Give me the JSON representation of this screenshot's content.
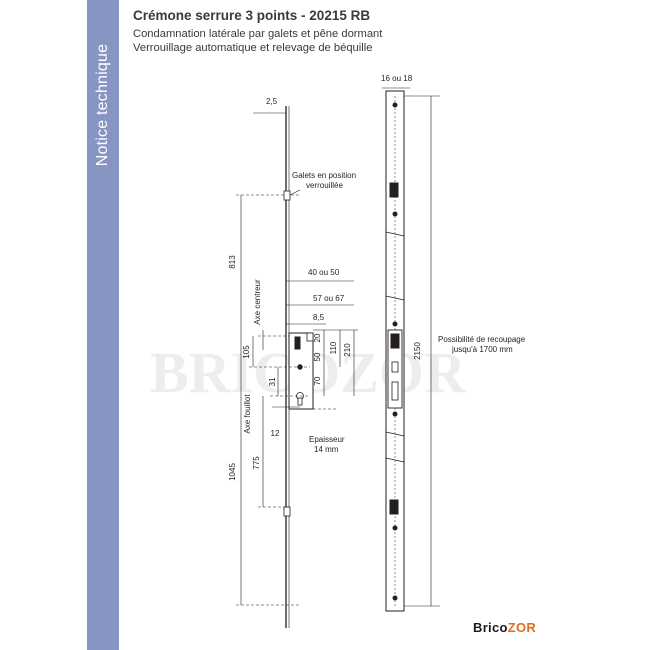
{
  "sidebar": {
    "label": "Notice technique"
  },
  "header": {
    "title": "Crémone serrure 3 points - 20215 RB",
    "subtitle_1": "Condamnation latérale par galets et pêne dormant",
    "subtitle_2": "Verrouillage automatique et relevage de béquille"
  },
  "drawing": {
    "dim_thickness": "2,5",
    "dim_width": "16 ou 18",
    "dim_813": "813",
    "dim_1045": "1045",
    "dim_775": "775",
    "dim_105": "105",
    "dim_31": "31",
    "dim_12": "12",
    "dim_2150": "2150",
    "dim_40_50": "40 ou 50",
    "dim_57_67": "57 ou 67",
    "dim_8_5": "8,5",
    "dim_20": "20",
    "dim_50": "50",
    "dim_70": "70",
    "dim_110": "110",
    "dim_210": "210",
    "label_galets_1": "Galets en position",
    "label_galets_2": "verrouillée",
    "label_axe_centreur": "Axe centreur",
    "label_axe_fouillot": "Axe fouillot",
    "label_epaisseur_1": "Epaisseur",
    "label_epaisseur_2": "14 mm",
    "label_recoupage_1": "Possibilité de recoupage",
    "label_recoupage_2": "jusqu'à 1700 mm"
  },
  "watermark": "BRICOZOR",
  "brand": {
    "part1": "Brico",
    "part2": "ZOR"
  }
}
